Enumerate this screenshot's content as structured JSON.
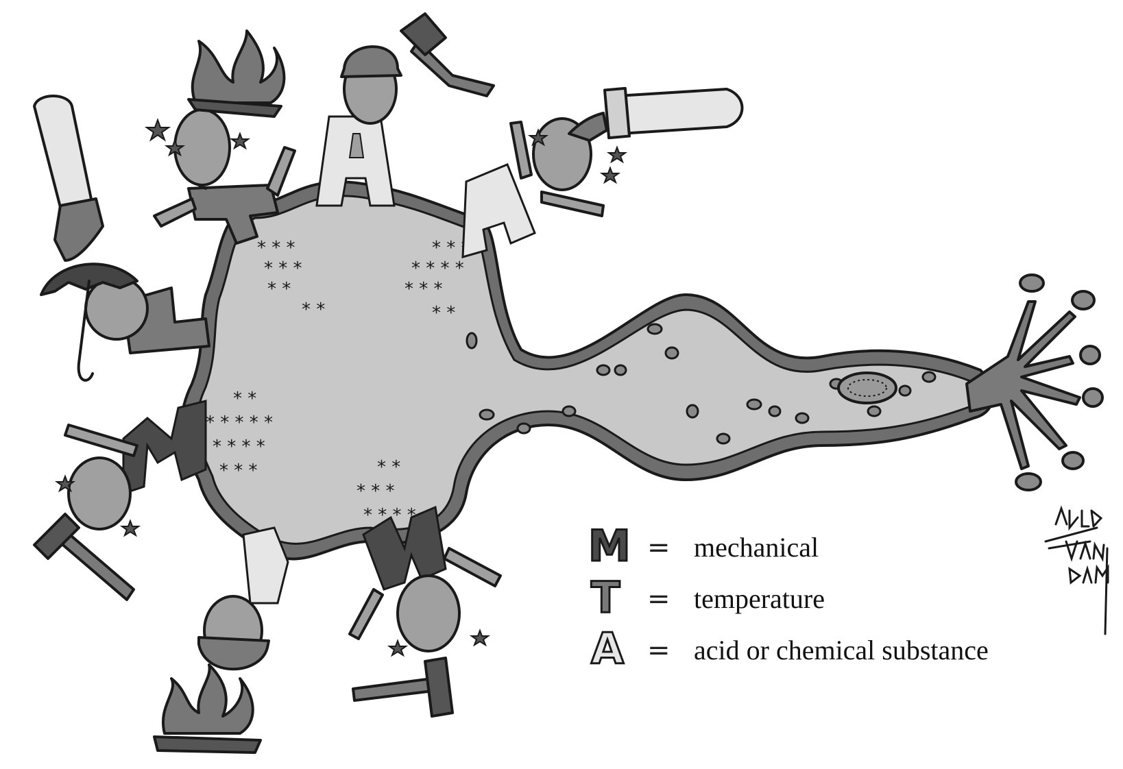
{
  "legend": [
    {
      "symbol": "M",
      "equals": "=",
      "meaning": "mechanical",
      "fill": "#4a4a4a"
    },
    {
      "symbol": "T",
      "equals": "=",
      "meaning": "temperature",
      "fill": "#7a7a7a"
    },
    {
      "symbol": "A",
      "equals": "=",
      "meaning": "acid or chemical substance",
      "fill": "#e6e6e6"
    }
  ],
  "signature": "ARENDVANDAM",
  "colors": {
    "cell_body": "#c8c8c8",
    "membrane": "#6e6e6e",
    "ink": "#1a1a1a",
    "dark_figure": "#4a4a4a",
    "mid_figure": "#7a7a7a",
    "light_figure": "#e6e6e6"
  },
  "icons": [
    "hammer-icon",
    "fire-icon",
    "test-tube-icon",
    "umbrella-icon",
    "star-icon"
  ]
}
